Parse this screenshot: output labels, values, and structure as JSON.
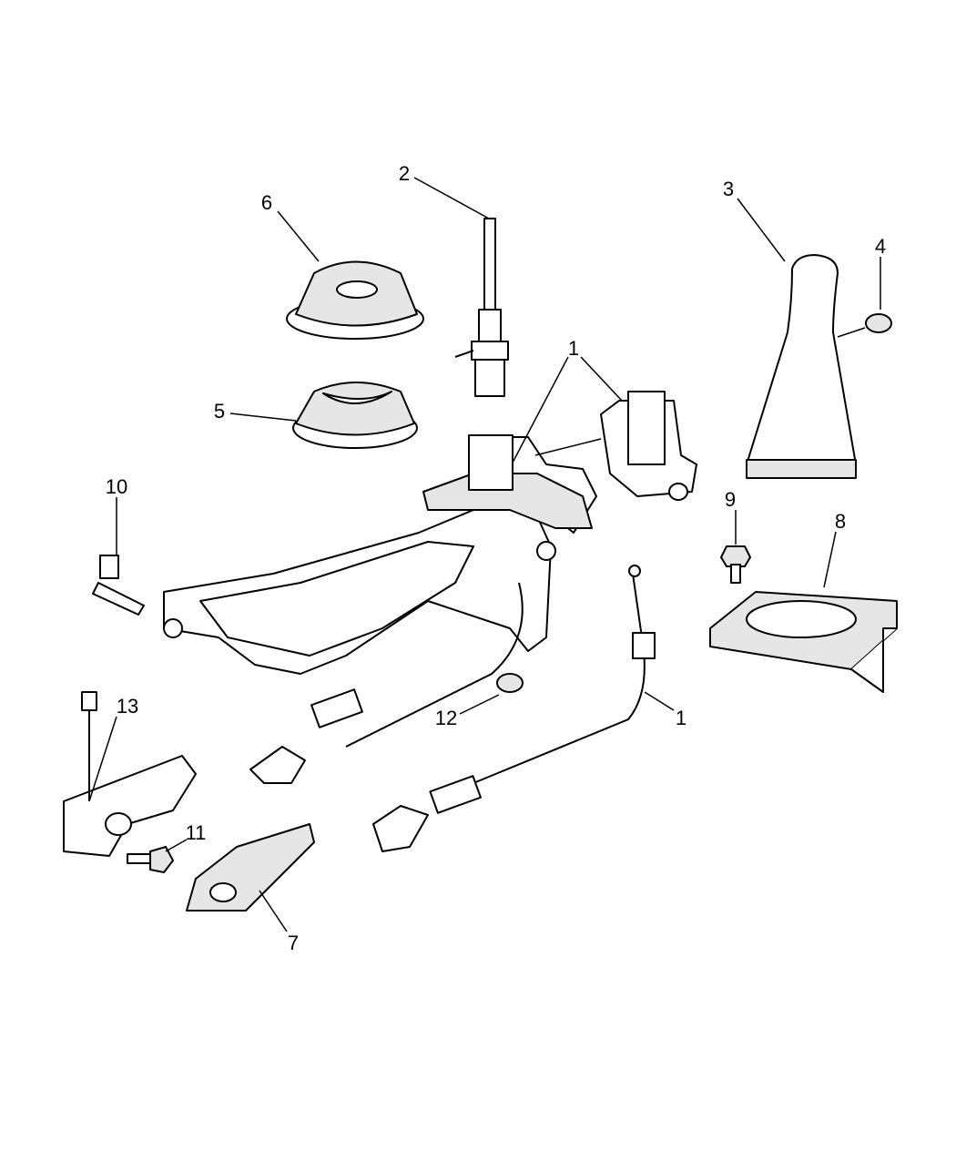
{
  "diagram": {
    "type": "parts-exploded-view",
    "callouts": [
      {
        "id": "callout-2",
        "label": "2"
      },
      {
        "id": "callout-6",
        "label": "6"
      },
      {
        "id": "callout-3",
        "label": "3"
      },
      {
        "id": "callout-4",
        "label": "4"
      },
      {
        "id": "callout-1-top",
        "label": "1"
      },
      {
        "id": "callout-5",
        "label": "5"
      },
      {
        "id": "callout-10",
        "label": "10"
      },
      {
        "id": "callout-9",
        "label": "9"
      },
      {
        "id": "callout-8",
        "label": "8"
      },
      {
        "id": "callout-12",
        "label": "12"
      },
      {
        "id": "callout-1-cable",
        "label": "1"
      },
      {
        "id": "callout-13",
        "label": "13"
      },
      {
        "id": "callout-11",
        "label": "11"
      },
      {
        "id": "callout-7",
        "label": "7"
      }
    ]
  }
}
